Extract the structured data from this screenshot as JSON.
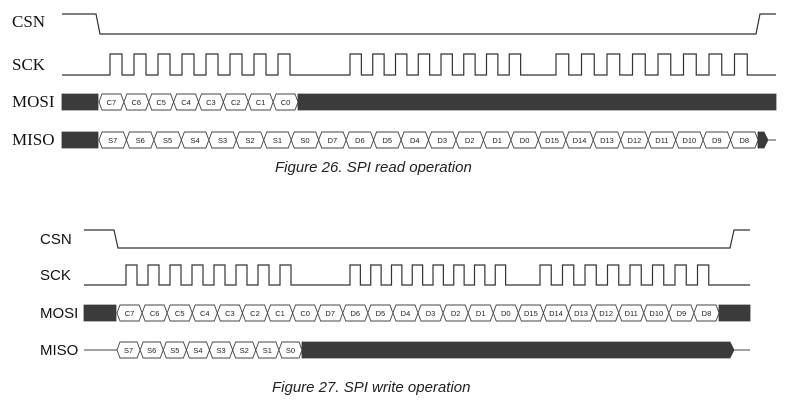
{
  "figures": [
    {
      "caption": "Figure 26. SPI read operation",
      "signals": [
        "CSN",
        "SCK",
        "MOSI",
        "MISO"
      ],
      "mosi": [
        "C7",
        "C6",
        "C5",
        "C4",
        "C3",
        "C2",
        "C1",
        "C0"
      ],
      "miso": [
        "S7",
        "S6",
        "S5",
        "S4",
        "S3",
        "S2",
        "S1",
        "S0",
        "D7",
        "D6",
        "D5",
        "D4",
        "D3",
        "D2",
        "D1",
        "D0",
        "D15",
        "D14",
        "D13",
        "D12",
        "D11",
        "D10",
        "D9",
        "D8"
      ]
    },
    {
      "caption": "Figure 27.  SPI write operation",
      "signals": [
        "CSN",
        "SCK",
        "MOSI",
        "MISO"
      ],
      "mosi": [
        "C7",
        "C6",
        "C5",
        "C4",
        "C3",
        "C2",
        "C1",
        "C0",
        "D7",
        "D6",
        "D5",
        "D4",
        "D3",
        "D2",
        "D1",
        "D0",
        "D15",
        "D14",
        "D13",
        "D12",
        "D11",
        "D10",
        "D9",
        "D8"
      ],
      "miso": [
        "S7",
        "S6",
        "S5",
        "S4",
        "S3",
        "S2",
        "S1",
        "S0"
      ]
    }
  ]
}
